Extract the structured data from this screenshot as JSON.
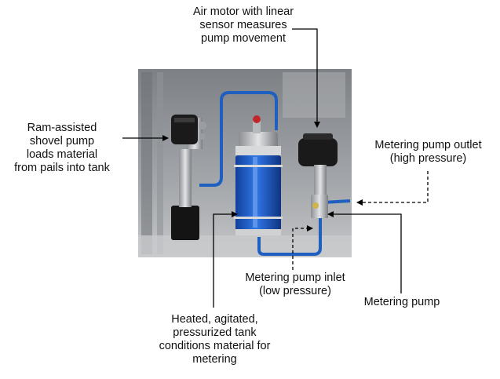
{
  "labels": {
    "air_motor": [
      "Air motor with linear",
      "sensor measures",
      "pump movement"
    ],
    "shovel_pump": [
      "Ram-assisted",
      "shovel pump",
      "loads material",
      "from pails into tank"
    ],
    "outlet": [
      "Metering pump outlet",
      "(high pressure)"
    ],
    "inlet": [
      "Metering pump inlet",
      "(low pressure)"
    ],
    "metering_pump": [
      "Metering pump"
    ],
    "tank": [
      "Heated, agitated,",
      "pressurized tank",
      "conditions material for",
      "metering"
    ]
  },
  "colors": {
    "hose": "#1f5fbf",
    "tank_fill": "#1e5fd0",
    "pump_black": "#1a1a1a",
    "background_photo": "#8f9297"
  }
}
